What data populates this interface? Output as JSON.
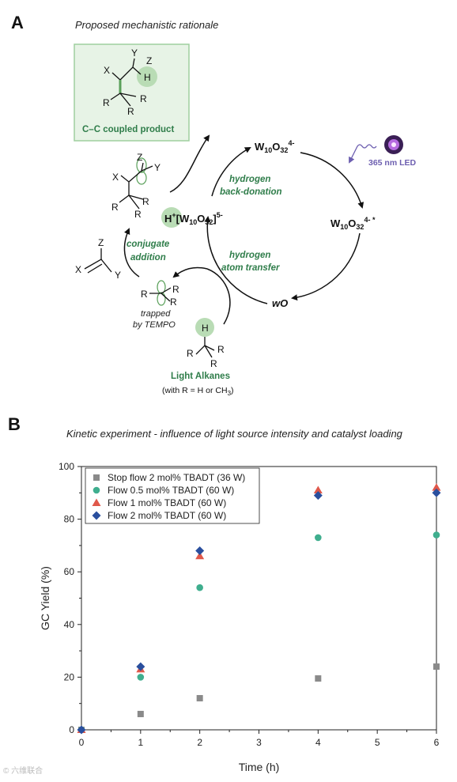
{
  "panelA": {
    "letter": "A",
    "title": "Proposed mechanistic rationale",
    "product_label": "C–C coupled product",
    "catalyst_top": "W10O32",
    "catalyst_top_charge": "4-",
    "catalyst_excited": "W10O32",
    "catalyst_excited_charge": "4- *",
    "catalyst_reduced": "H+[W10O32]5-",
    "wo_label": "wO",
    "led_label": "365 nm LED",
    "hydrogen_back_1": "hydrogen",
    "hydrogen_back_2": "back-donation",
    "hat_1": "hydrogen",
    "hat_2": "atom transfer",
    "conj_1": "conjugate",
    "conj_2": "addition",
    "trapped_1": "trapped",
    "trapped_2": "by TEMPO",
    "light_alkanes": "Light Alkanes",
    "alkane_note": "(with R = H or CH",
    "alkane_note_sub": "3",
    "alkane_note_end": ")",
    "atoms": {
      "X": "X",
      "Y": "Y",
      "Z": "Z",
      "H": "H",
      "R": "R"
    },
    "colors": {
      "green": "#2f7d4a",
      "green_fill": "#e7f3e6",
      "green_circle": "#b9dcb5",
      "led": "#6d5fb0"
    }
  },
  "panelB": {
    "letter": "B",
    "title": "Kinetic experiment - influence of light source intensity and catalyst loading"
  },
  "chart_data": {
    "type": "scatter",
    "xlabel": "Time (h)",
    "ylabel": "GC Yield (%)",
    "xlim": [
      0,
      6
    ],
    "ylim": [
      0,
      100
    ],
    "xticks": [
      0,
      1,
      2,
      3,
      4,
      5,
      6
    ],
    "yticks": [
      0,
      20,
      40,
      60,
      80,
      100
    ],
    "legend_position": "top-left",
    "series": [
      {
        "name": "Stop flow 2 mol% TBADT (36 W)",
        "marker": "square",
        "color": "#8a8a8a",
        "x": [
          0,
          1,
          2,
          4,
          6
        ],
        "y": [
          0,
          6,
          12,
          19.5,
          24
        ]
      },
      {
        "name": "Flow 0.5 mol% TBADT (60 W)",
        "marker": "circle",
        "color": "#3fae8e",
        "x": [
          0,
          1,
          2,
          4,
          6
        ],
        "y": [
          0,
          20,
          54,
          73,
          74
        ]
      },
      {
        "name": "Flow 1 mol% TBADT (60 W)",
        "marker": "triangle",
        "color": "#e0584a",
        "x": [
          0,
          1,
          2,
          4,
          6
        ],
        "y": [
          0,
          23,
          66,
          91,
          92
        ]
      },
      {
        "name": "Flow 2 mol% TBADT (60 W)",
        "marker": "diamond",
        "color": "#2a4f9e",
        "x": [
          0,
          1,
          2,
          4,
          6
        ],
        "y": [
          0,
          24,
          68,
          89,
          90
        ]
      }
    ]
  }
}
